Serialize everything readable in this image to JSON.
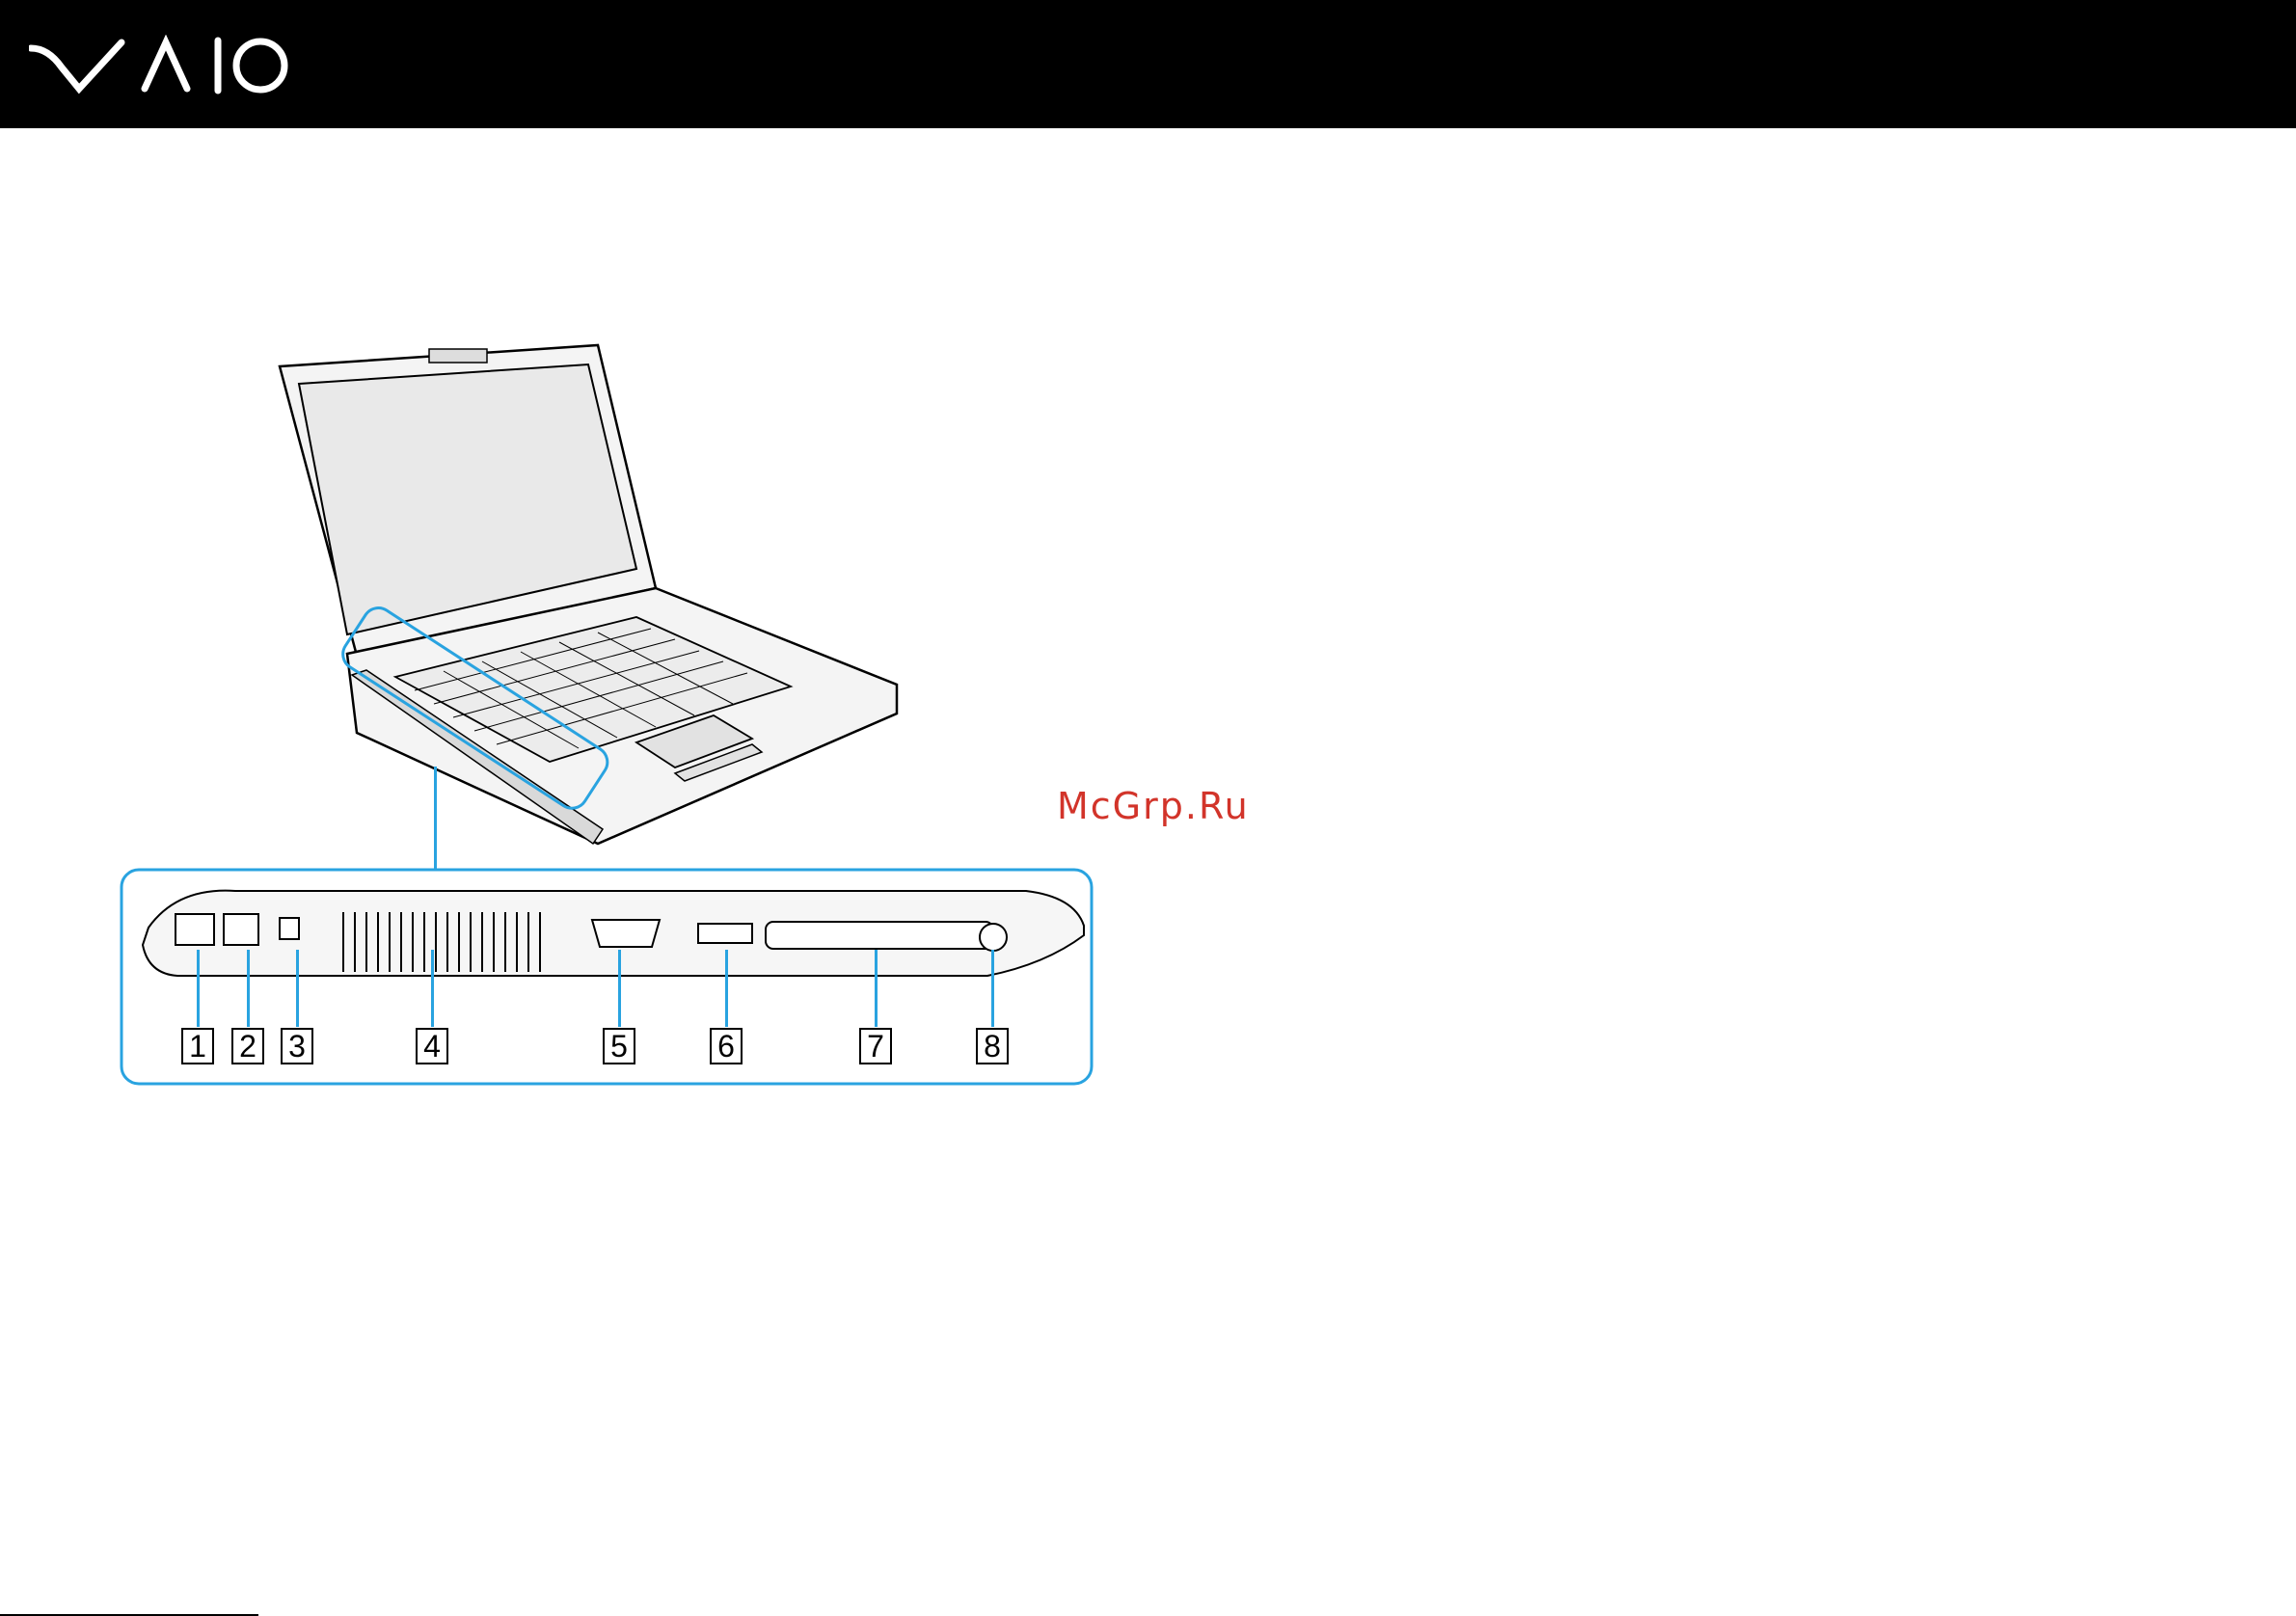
{
  "header": {
    "logo_text": "VAIO",
    "logo_icon": "vaio-logo"
  },
  "figure": {
    "callouts": [
      {
        "label": "1",
        "part": "network-port"
      },
      {
        "label": "2",
        "part": "modem-port"
      },
      {
        "label": "3",
        "part": "i-link-port"
      },
      {
        "label": "4",
        "part": "air-vent"
      },
      {
        "label": "5",
        "part": "monitor-port"
      },
      {
        "label": "6",
        "part": "usb-port"
      },
      {
        "label": "7",
        "part": "expresscard-slot"
      },
      {
        "label": "8",
        "part": "expresscard-eject-button"
      }
    ]
  },
  "watermark": "McGrp.Ru",
  "colors": {
    "header_bg": "#000000",
    "callout_blue": "#29a3e0",
    "watermark_red": "#d2342a"
  }
}
